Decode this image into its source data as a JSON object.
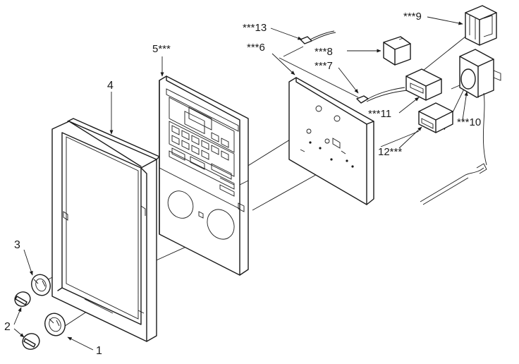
{
  "labels": {
    "p1": "1",
    "p2": "2",
    "p3": "3",
    "p4": "4",
    "p5": "5***",
    "p6": "***6",
    "p7": "***7",
    "p8": "***8",
    "p9": "***9",
    "p10": "***10",
    "p11": "***11",
    "p12": "12***",
    "p13": "***13"
  }
}
